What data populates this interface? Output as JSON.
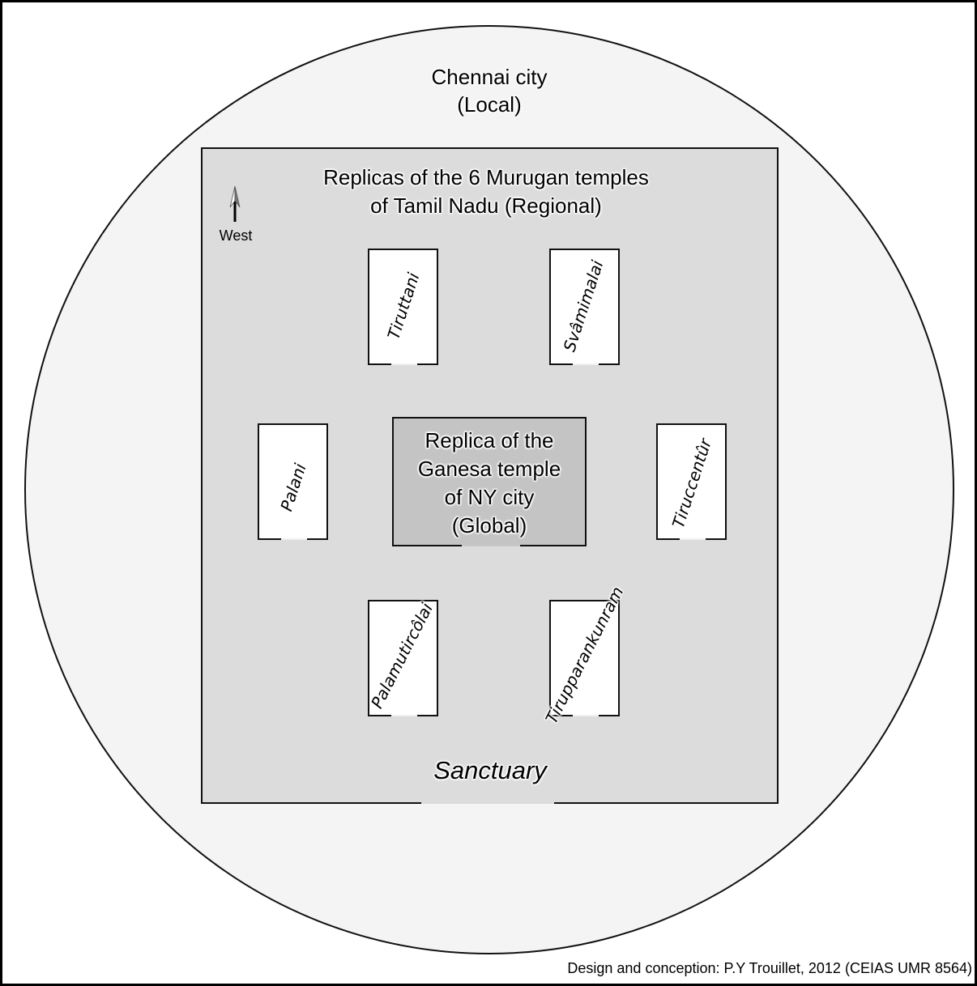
{
  "diagram": {
    "type": "concentric-temple-layout",
    "colors": {
      "outer_circle_fill": "#f4f4f4",
      "sanctuary_fill": "#dcdcdc",
      "ganesa_fill": "#c4c4c4",
      "temple_fill": "#ffffff",
      "stroke": "#111111"
    },
    "local": {
      "line1": "Chennai city",
      "line2": "(Local)"
    },
    "regional": {
      "line1": "Replicas of the 6 Murugan temples",
      "line2": "of Tamil Nadu (Regional)"
    },
    "compass": {
      "icon": "north-arrow-icon",
      "label": "West"
    },
    "global": {
      "line1": "Replica of the",
      "line2": "Ganesa temple",
      "line3": "of NY city",
      "line4": "(Global)"
    },
    "temples": [
      {
        "name": "Tiruttani"
      },
      {
        "name": "Svâmimalai"
      },
      {
        "name": "Palani"
      },
      {
        "name": "Tiruccentûr"
      },
      {
        "name": "Palamutircôlai"
      },
      {
        "name": "Tirupparankunram"
      }
    ],
    "sanctuary_label": "Sanctuary",
    "credit": "Design and conception: P.Y Trouillet, 2012 (CEIAS UMR 8564)"
  }
}
